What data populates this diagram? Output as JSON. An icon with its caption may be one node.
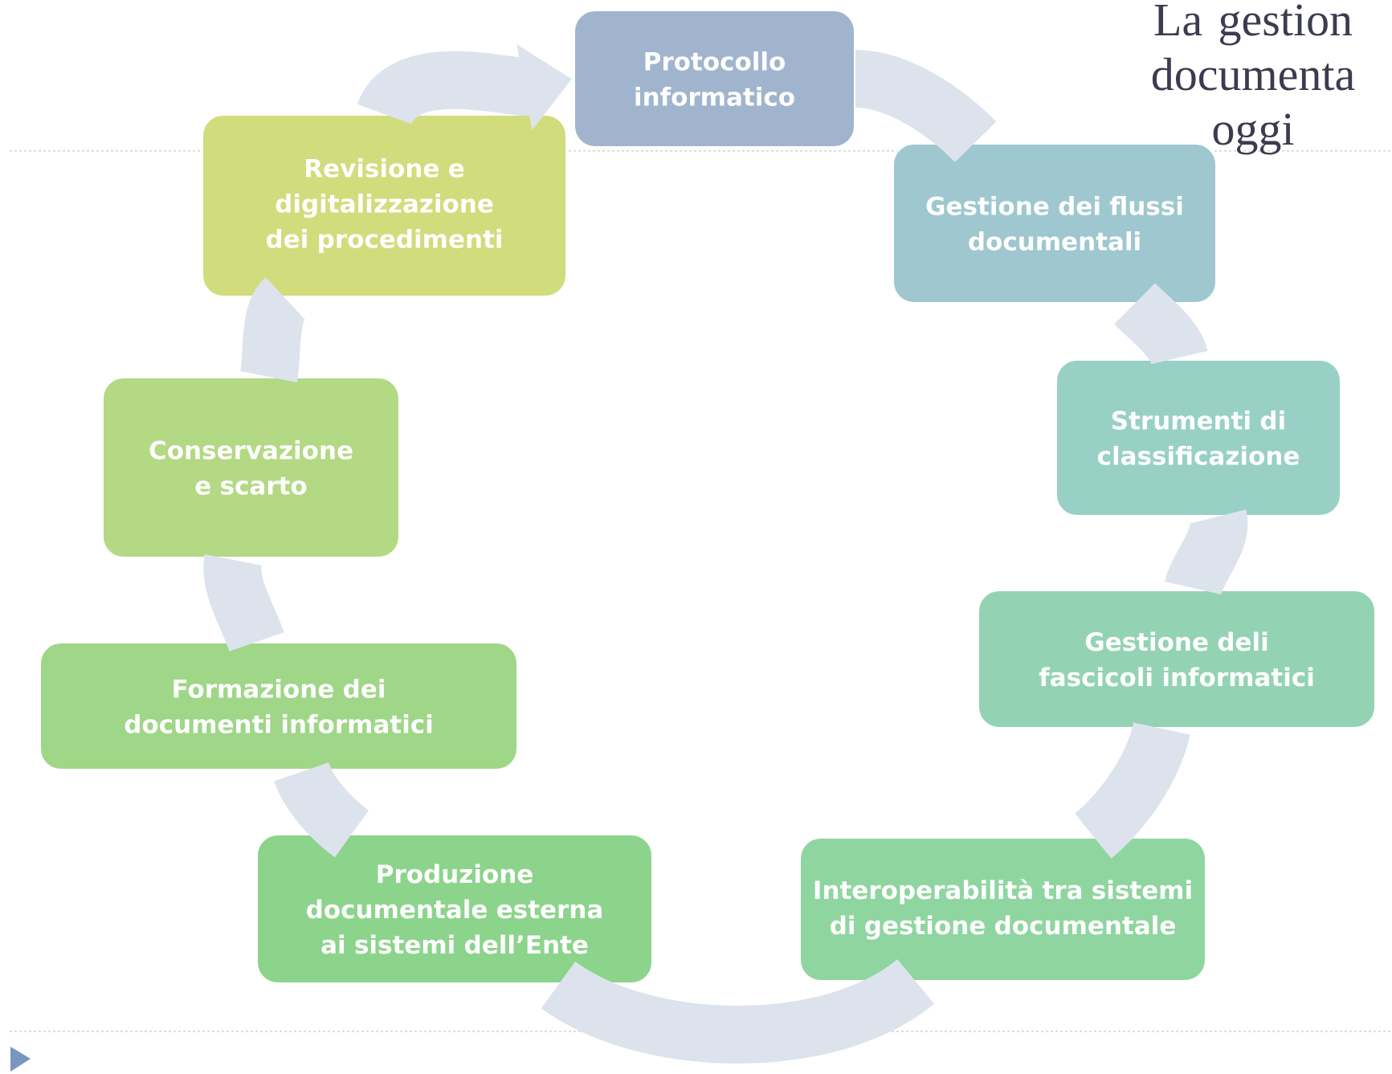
{
  "diagram": {
    "title": "La gestion documenta oggi",
    "nodes": [
      {
        "text": [
          "Protocollo informatico"
        ]
      },
      {
        "text": [
          "Gestione dei flussi documentali"
        ]
      },
      {
        "text": [
          "Strumenti di classificazione"
        ]
      },
      {
        "text": [
          "Gestione deli fascicoli informatici"
        ]
      },
      {
        "text": [
          "Interoperabilità tra sistemi di gestione documentale"
        ]
      },
      {
        "text": [
          "Produzione documentale esterna ai sistemi dell’Ente"
        ]
      },
      {
        "text": [
          "Formazione dei documenti informatici"
        ]
      },
      {
        "text": [
          "Conservazione e scarto"
        ]
      },
      {
        "text": [
          "Revisione e digitalizzazione dei procedimenti"
        ]
      }
    ],
    "edges": [
      {
        "from": 0,
        "to": 1,
        "arrow": "none"
      },
      {
        "from": 1,
        "to": 2,
        "arrow": "none"
      },
      {
        "from": 2,
        "to": 3,
        "arrow": "none"
      },
      {
        "from": 3,
        "to": 4,
        "arrow": "none"
      },
      {
        "from": 4,
        "to": 5,
        "arrow": "none"
      },
      {
        "from": 5,
        "to": 6,
        "arrow": "none"
      },
      {
        "from": 6,
        "to": 7,
        "arrow": "none"
      },
      {
        "from": 7,
        "to": 8,
        "arrow": "none"
      },
      {
        "from": 8,
        "to": 0,
        "arrow": "to"
      }
    ]
  }
}
